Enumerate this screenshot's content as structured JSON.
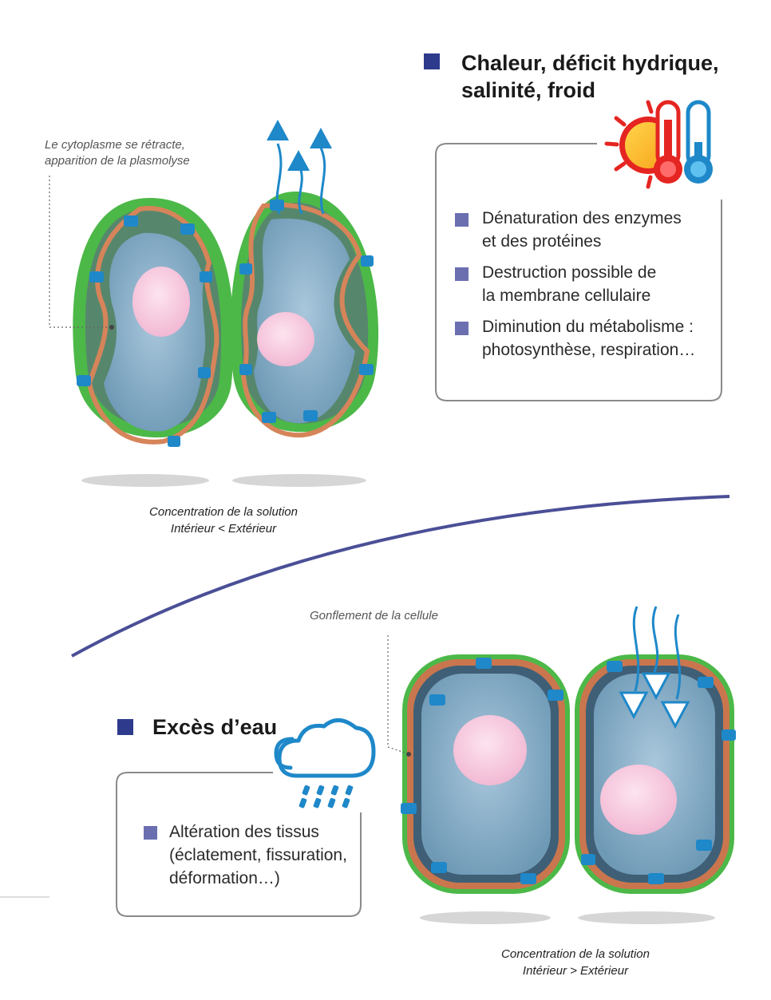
{
  "top_section": {
    "heading_line1": "Chaleur, déficit hydrique,",
    "heading_line2": "salinité, froid",
    "items": [
      {
        "line1": "Dénaturation des enzymes",
        "line2": "et des protéines"
      },
      {
        "line1": "Destruction possible de",
        "line2": "la membrane cellulaire"
      },
      {
        "line1": "Diminution du métabolisme :",
        "line2": "photosynthèse, respiration…"
      }
    ],
    "annotation_line1": "Le cytoplasme se rétracte,",
    "annotation_line2": "apparition de la plasmolyse",
    "caption_line1": "Concentration de la solution",
    "caption_line2": "Intérieur < Extérieur"
  },
  "bottom_section": {
    "heading": "Excès d’eau",
    "items": [
      {
        "line1": "Altération des tissus",
        "line2": "(éclatement, fissuration,",
        "line3": "déformation…)"
      }
    ],
    "annotation": "Gonflement de la cellule",
    "caption_line1": "Concentration de la solution",
    "caption_line2": "Intérieur > Extérieur"
  },
  "icons": {
    "heat": "sun-thermometer-icon",
    "rain": "rain-cloud-icon"
  },
  "colors": {
    "square_dark": "#2e3a8c",
    "square_light": "#6b6fb0",
    "cell_wall": "#4cb848",
    "cytoplasm": "#7fa6bf",
    "nucleus": "#f7c9df",
    "channel": "#1e88c9",
    "divider": "#4a4f96"
  }
}
